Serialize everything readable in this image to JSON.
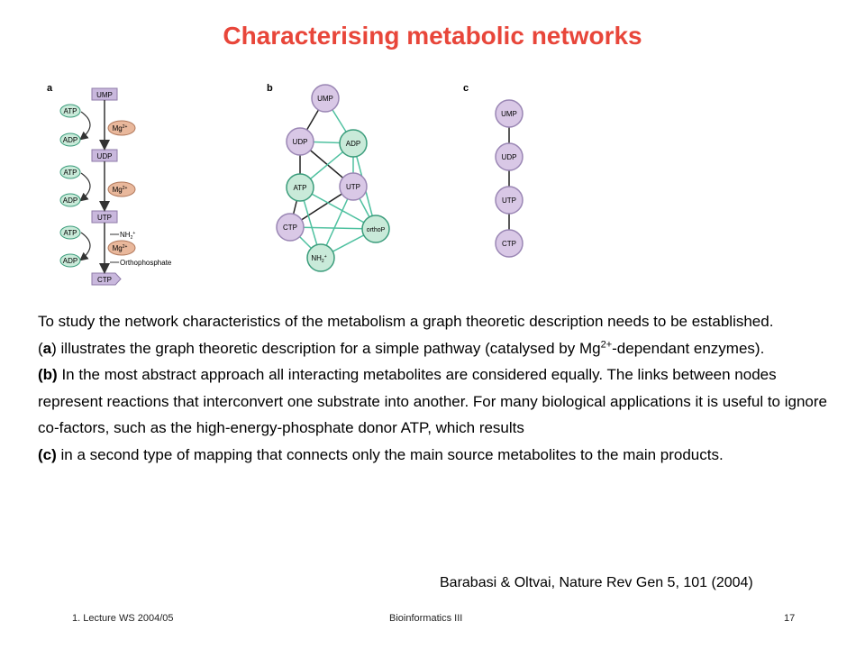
{
  "slide": {
    "title": "Characterising metabolic networks",
    "panel_labels": {
      "a": "a",
      "b": "b",
      "c": "c"
    },
    "panel_a": {
      "boxes": [
        "UMP",
        "UDP",
        "UTP",
        "CTP"
      ],
      "cofactors": [
        "ATP",
        "ADP",
        "ATP",
        "ADP",
        "ATP",
        "ADP"
      ],
      "enzyme": "Mg",
      "enzyme_charge": "2+",
      "nh2": "NH",
      "nh2_sub": "2",
      "nh2_charge": "+",
      "orthophosphate": "Orthophosphate"
    },
    "panel_b": {
      "nodes": [
        "UMP",
        "UDP",
        "ADP",
        "ATP",
        "UTP",
        "CTP",
        "orthoP",
        "NH"
      ],
      "nh_sub": "2",
      "nh_charge": "+"
    },
    "panel_c": {
      "nodes": [
        "UMP",
        "UDP",
        "UTP",
        "CTP"
      ]
    },
    "paragraphs": {
      "p1": "To study the network characteristics of the metabolism a graph theoretic description needs to be established.",
      "p2_open": "(",
      "p2_bold": "a",
      "p2_mid": ") illustrates the graph theoretic description for a simple pathway (catalysed by Mg",
      "p2_sup": "2+",
      "p2_end": "-dependant enzymes).",
      "p3_bold": "(b)",
      "p3_text": " In the most abstract approach all interacting metabolites are considered equally. The links between nodes represent reactions that interconvert one substrate into another. For many biological applications it is useful to ignore co-factors, such as the high-energy-phosphate donor ATP, which results",
      "p4_bold": "(c)",
      "p4_text": " in a second type of mapping that connects only the main source metabolites to the main products."
    },
    "citation": "Barabasi & Oltvai, Nature Rev Gen 5, 101 (2004)",
    "footer": {
      "left": "1. Lecture WS 2004/05",
      "center": "Bioinformatics III",
      "page": "17"
    },
    "colors": {
      "title": "#e8463a",
      "purple_node": "#d9c8e6",
      "green_node": "#c9ead9",
      "orange_node": "#e9b89c",
      "teal_edge": "#4fc1a0",
      "box_fill": "#c9b8dd"
    }
  }
}
